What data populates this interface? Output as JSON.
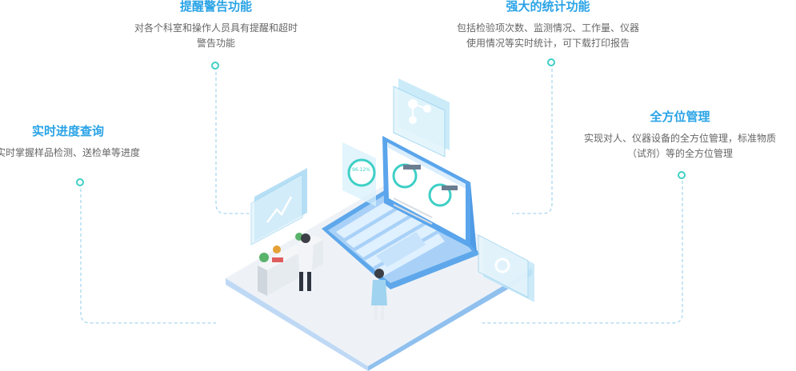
{
  "features": {
    "realtime": {
      "title": "实时进度查询",
      "desc": "实时掌握样品检测、送检单等进度"
    },
    "alert": {
      "title": "提醒警告功能",
      "desc_line1": "对各个科室和操作人员具有提醒和超时",
      "desc_line2": "警告功能"
    },
    "stats": {
      "title": "强大的统计功能",
      "desc_line1": "包括检验项次数、监测情况、工作量、仪器",
      "desc_line2": "使用情况等实时统计，可下载打印报告"
    },
    "manage": {
      "title": "全方位管理",
      "desc_line1": "实现对人、仪器设备的全方位管理，标准物质",
      "desc_line2": "（试剂）等的全方位管理"
    }
  },
  "screen_badge": "96.12%",
  "colors": {
    "accent": "#29a3e6",
    "connector": "#3fcfc6",
    "dashed_line": "#a9d8ee"
  }
}
